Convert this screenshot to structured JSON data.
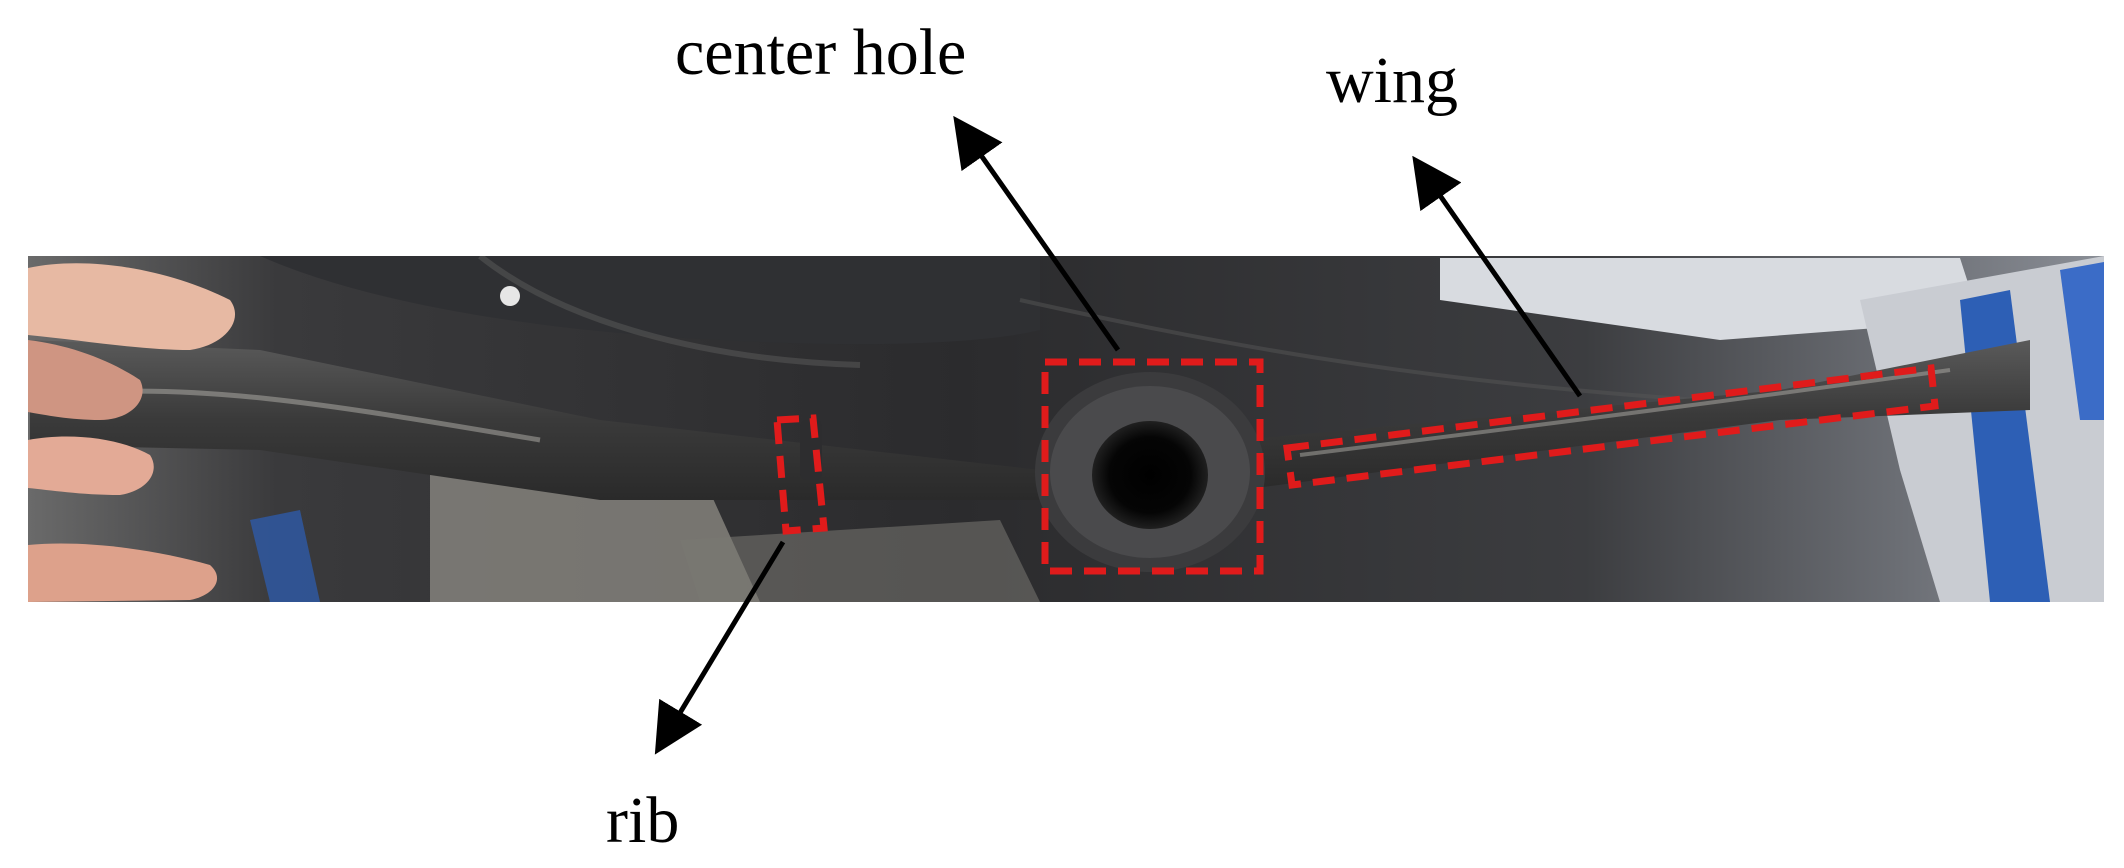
{
  "figure": {
    "labels": {
      "center_hole": "center hole",
      "wing": "wing",
      "rib": "rib"
    },
    "colors": {
      "background": "#ffffff",
      "annotation_box": "#e01b1b",
      "arrow": "#000000",
      "label": "#000000"
    }
  }
}
